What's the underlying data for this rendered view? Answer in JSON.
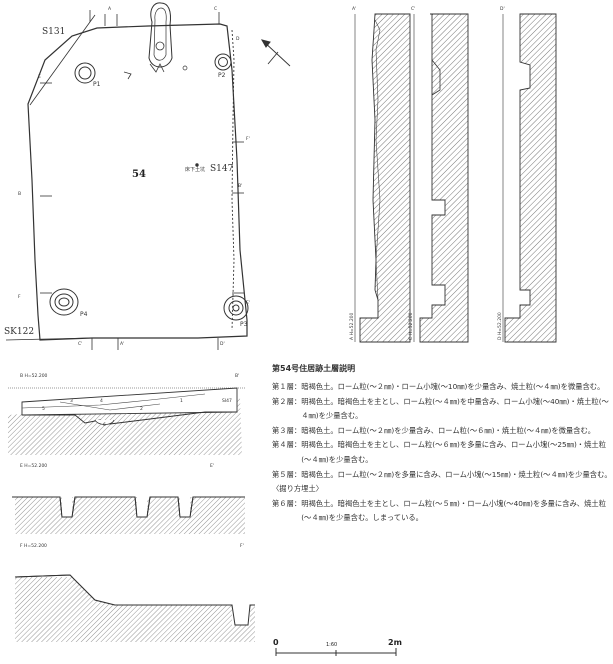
{
  "plan": {
    "pit_number": "54",
    "labels": {
      "s131": "S131",
      "s147": "S147",
      "sk122": "SK122",
      "p1": "P1",
      "p2": "P2",
      "p3": "P3",
      "p4": "P4",
      "floor_note": "床下土坑"
    },
    "section_marks": {
      "a_top": "A",
      "a_bottom": "A'",
      "b_left": "B",
      "b_right": "B'",
      "c_top": "C",
      "c_bottom": "C'",
      "d_top": "D",
      "d_bottom": "D'",
      "e_left": "E",
      "e_right": "E'",
      "f_left": "F",
      "f_right": "F'"
    }
  },
  "vertical_sections": {
    "a_label": "A H=52.200",
    "c_label": "C H=52.200",
    "d_label": "D H=52.200",
    "a_top": "A'",
    "c_top": "C'",
    "d_top": "D'"
  },
  "horizontal_sections": {
    "b_label": "B H=52.200",
    "b_end": "B'",
    "b_note": "SI47",
    "layer_numbers": [
      "1",
      "2",
      "3",
      "4",
      "5",
      "6"
    ],
    "e_label": "E H=52.200",
    "e_end": "E'",
    "f_label": "F H=52.200",
    "f_end": "F'"
  },
  "description": {
    "title": "第54号住居跡土層説明",
    "layers": [
      {
        "name": "第１層",
        "text": "暗褐色土。ローム粒(～２㎜)・ローム小塊(～10㎜)を少量含み、焼土粒(～４㎜)を微量含む。"
      },
      {
        "name": "第２層",
        "text": "明褐色土。暗褐色土を主とし、ローム粒(～４㎜)を中量含み、ローム小塊(～40㎜)・焼土粒(～４㎜)を少量含む。"
      },
      {
        "name": "第３層",
        "text": "暗褐色土。ローム粒(～２㎜)を少量含み、ローム粒(～６㎜)・焼土粒(～４㎜)を微量含む。"
      },
      {
        "name": "第４層",
        "text": "明褐色土。暗褐色土を主とし、ローム粒(～６㎜)を多量に含み、ローム小塊(～25㎜)・焼土粒(～４㎜)を少量含む。"
      },
      {
        "name": "第５層",
        "text": "暗褐色土。ローム粒(～２㎜)を多量に含み、ローム小塊(～15㎜)・焼土粒(～４㎜)を少量含む。"
      }
    ],
    "subheading": "〈掘り方埋土〉",
    "layers_after": [
      {
        "name": "第６層",
        "text": "明褐色土。暗褐色土を主とし、ローム粒(～５㎜)・ローム小塊(～40㎜)を多量に含み、焼土粒(～４㎜)を少量含む。しまっている。"
      }
    ]
  },
  "scale_bar": {
    "start": "0",
    "ratio": "1:60",
    "end": "2m"
  }
}
